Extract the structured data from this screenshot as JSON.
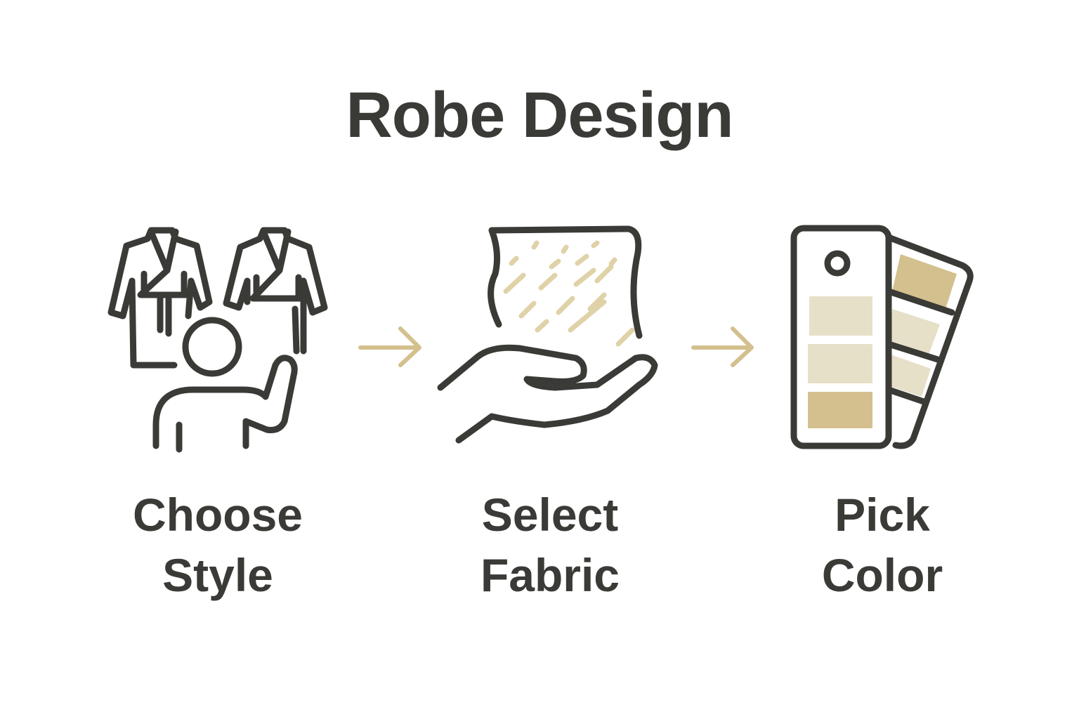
{
  "title": "Robe Design",
  "steps": [
    {
      "line1": "Choose",
      "line2": "Style",
      "icon": "robes-person-icon"
    },
    {
      "line1": "Select",
      "line2": "Fabric",
      "icon": "hand-fabric-icon"
    },
    {
      "line1": "Pick",
      "line2": "Color",
      "icon": "color-swatch-icon"
    }
  ],
  "colors": {
    "stroke": "#3a3a36",
    "accent": "#d4c08e",
    "light": "#e6e0c9"
  }
}
